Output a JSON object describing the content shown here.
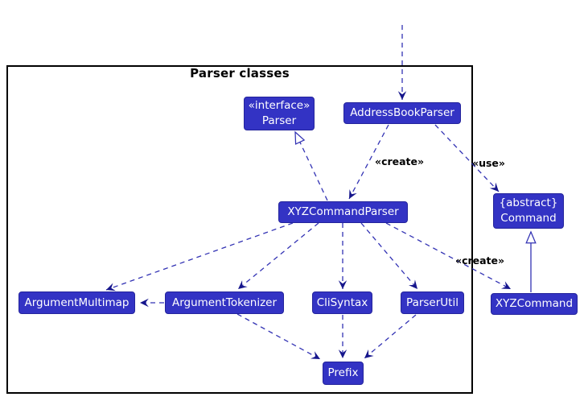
{
  "diagram": {
    "title": "Parser classes",
    "nodes": {
      "parser": {
        "lines": [
          "«interface»",
          "Parser"
        ]
      },
      "address_book_parser": {
        "label": "AddressBookParser"
      },
      "xyz_command_parser": {
        "label": "XYZCommandParser"
      },
      "command": {
        "lines": [
          "{abstract}",
          "Command"
        ]
      },
      "argument_multimap": {
        "label": "ArgumentMultimap"
      },
      "argument_tokenizer": {
        "label": "ArgumentTokenizer"
      },
      "cli_syntax": {
        "label": "CliSyntax"
      },
      "parser_util": {
        "label": "ParserUtil"
      },
      "xyz_command": {
        "label": "XYZCommand"
      },
      "prefix": {
        "label": "Prefix"
      }
    },
    "edge_labels": {
      "abp_create": "«create»",
      "abp_use": "«use»",
      "xyz_create": "«create»"
    },
    "colors": {
      "node_fill": "#3333C4",
      "node_border": "#24249C",
      "node_text": "#FFFFFF",
      "edge_stroke": "#3333B4",
      "arrowhead_fill": "#16168C",
      "frame_border": "#000000",
      "label_text": "#000000",
      "background": "#FFFFFF"
    }
  }
}
